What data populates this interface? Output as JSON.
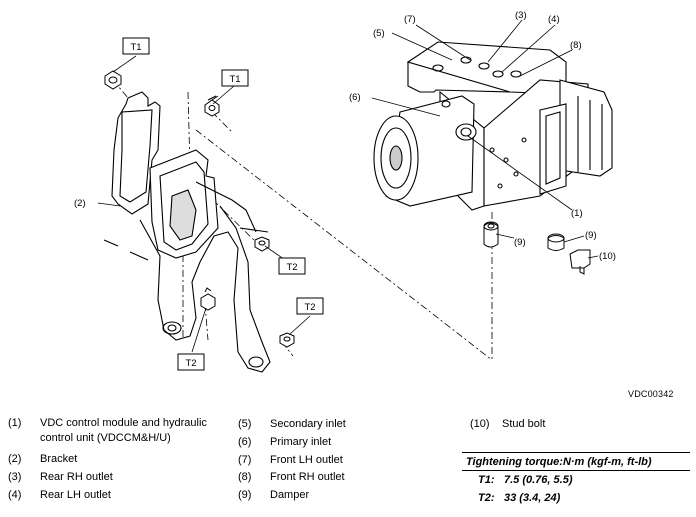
{
  "callouts": {
    "t1_top": "T1",
    "t1_nut": "T1",
    "t2_mid": "T2",
    "t2_right": "T2",
    "t2_bottom": "T2",
    "n1": "(1)",
    "n2": "(2)",
    "n3": "(3)",
    "n4": "(4)",
    "n5": "(5)",
    "n6": "(6)",
    "n7": "(7)",
    "n8": "(8)",
    "n9a": "(9)",
    "n9b": "(9)",
    "n10": "(10)"
  },
  "figure_id": "VDC00342",
  "legend": [
    {
      "num": "(1)",
      "text": "VDC control module and hydraulic control unit (VDCCM&H/U)"
    },
    {
      "num": "(2)",
      "text": "Bracket"
    },
    {
      "num": "(3)",
      "text": "Rear RH outlet"
    },
    {
      "num": "(4)",
      "text": "Rear LH outlet"
    },
    {
      "num": "(5)",
      "text": "Secondary inlet"
    },
    {
      "num": "(6)",
      "text": "Primary inlet"
    },
    {
      "num": "(7)",
      "text": "Front LH outlet"
    },
    {
      "num": "(8)",
      "text": "Front RH outlet"
    },
    {
      "num": "(9)",
      "text": "Damper"
    },
    {
      "num": "(10)",
      "text": "Stud bolt"
    }
  ],
  "torque": {
    "heading": "Tightening torque:N·m (kgf-m, ft-lb)",
    "t1_key": "T1:",
    "t1_value": "7.5 (0.76, 5.5)",
    "t2_key": "T2:",
    "t2_value": "33 (3.4, 24)"
  }
}
